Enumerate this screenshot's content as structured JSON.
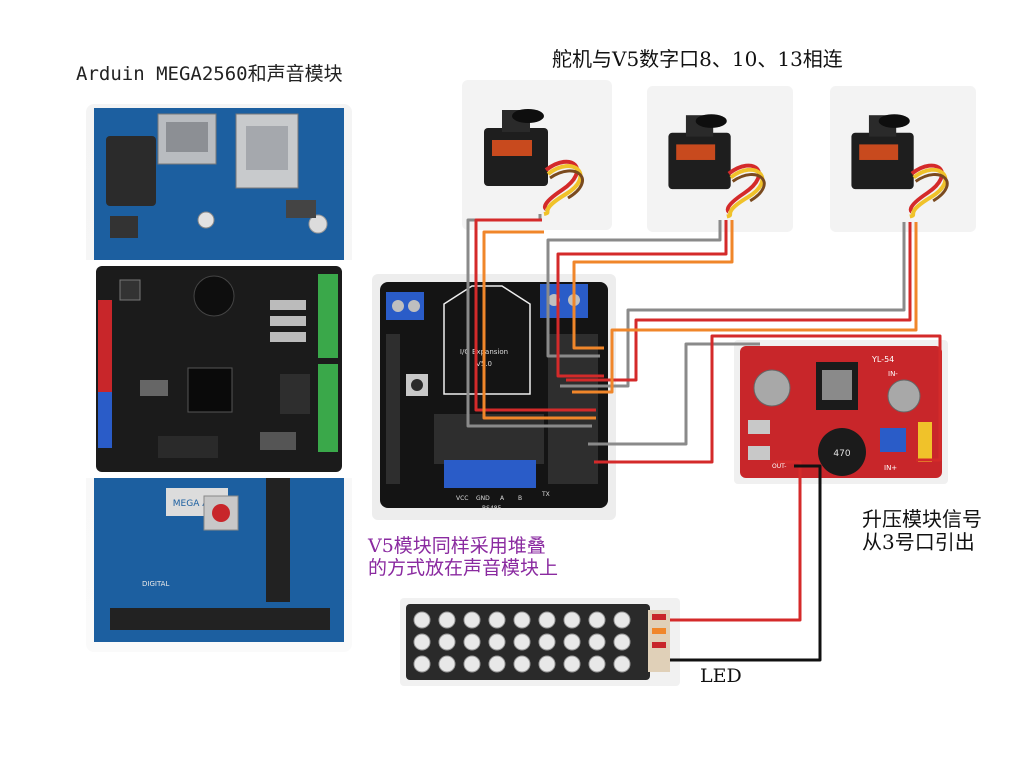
{
  "labels": {
    "arduino_title": "Arduin MEGA2560和声音模块",
    "servo_title": "舵机与V5数字口8、10、13相连",
    "v5_note_line1": "V5模块同样采用堆叠",
    "v5_note_line2": "的方式放在声音模块上",
    "boost_note_line1": "升压模块信号",
    "boost_note_line2": "从3号口引出",
    "led_label": "LED"
  },
  "board_markings": {
    "mega_adk": "MEGA ADK",
    "rs485": "RS485",
    "vcc": "VCC",
    "gnd": "GND",
    "a": "A",
    "b": "B",
    "digital": "DIGITAL",
    "yl54": "YL-54",
    "in_minus": "IN-",
    "in_plus": "IN+",
    "out_minus": "OUT-",
    "inductor": "470",
    "io_expansion": "I/O Expansion",
    "v5": "V5.0",
    "tx": "TX"
  },
  "colors": {
    "wire_red": "#d42a2a",
    "wire_orange": "#f0862a",
    "wire_gray": "#8a8a8a",
    "wire_black": "#111111",
    "pcb_blue": "#1c5fa0",
    "pcb_black": "#1b1b1b",
    "pcb_red": "#c8262a",
    "header_green": "#3aa84a",
    "terminal_blue": "#2a5cc8"
  }
}
